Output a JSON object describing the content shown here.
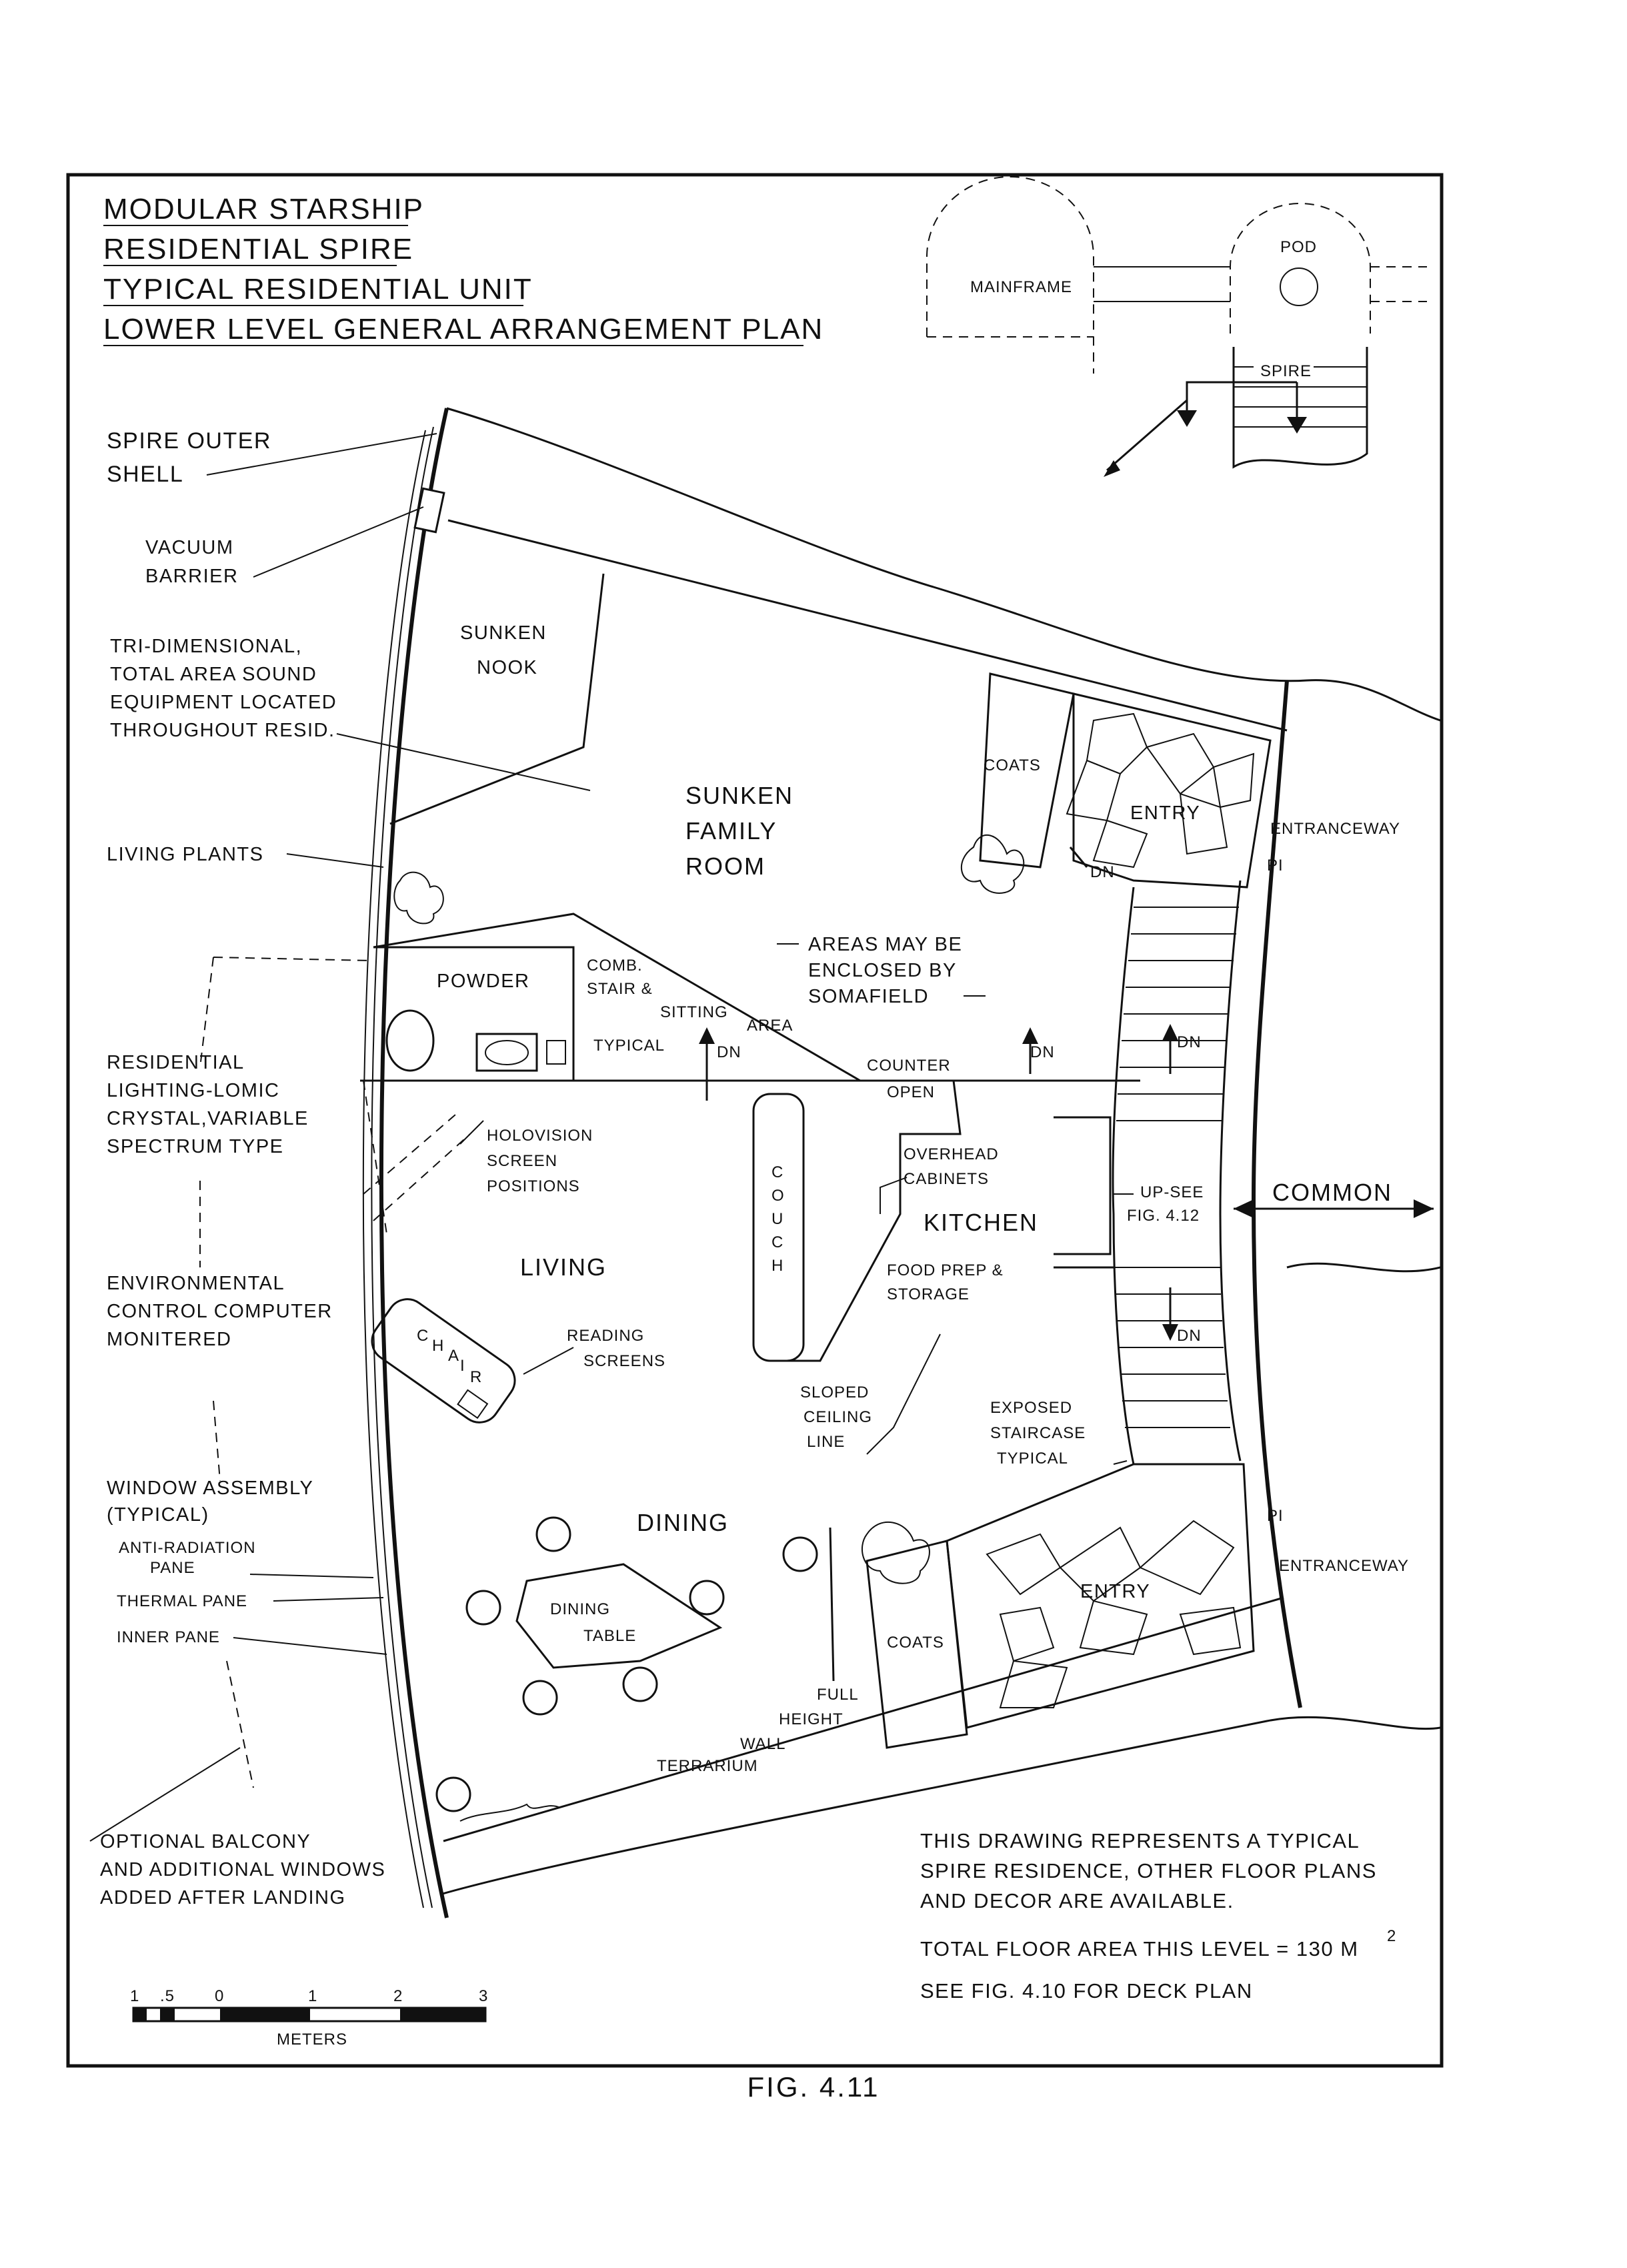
{
  "title_lines": [
    "MODULAR STARSHIP",
    "RESIDENTIAL SPIRE",
    "TYPICAL RESIDENTIAL UNIT",
    "LOWER LEVEL GENERAL ARRANGEMENT PLAN"
  ],
  "key_plan": {
    "mainframe": "MAINFRAME",
    "pod": "POD",
    "spire": "SPIRE"
  },
  "callouts": {
    "outer_shell": [
      "SPIRE OUTER",
      "SHELL"
    ],
    "vacuum_barrier": [
      "VACUUM",
      "BARRIER"
    ],
    "sound": [
      "TRI-DIMENSIONAL,",
      "TOTAL AREA SOUND",
      "EQUIPMENT LOCATED",
      "THROUGHOUT RESID."
    ],
    "living_plants": "LIVING PLANTS",
    "lighting": [
      "RESIDENTIAL",
      "LIGHTING-LOMIC",
      "CRYSTAL,VARIABLE",
      "SPECTRUM TYPE"
    ],
    "environmental": [
      "ENVIRONMENTAL",
      "CONTROL COMPUTER",
      "MONITERED"
    ],
    "window_assembly": [
      "WINDOW ASSEMBLY",
      "(TYPICAL)"
    ],
    "anti_radiation": [
      "ANTI-RADIATION",
      "PANE"
    ],
    "thermal_pane": "THERMAL PANE",
    "inner_pane": "INNER PANE",
    "balcony": [
      "OPTIONAL BALCONY",
      "AND ADDITIONAL WINDOWS",
      "ADDED AFTER LANDING"
    ],
    "holovision": [
      "HOLOVISION",
      "SCREEN",
      "POSITIONS"
    ],
    "reading": [
      "READING",
      "SCREENS"
    ],
    "sloped": [
      "SLOPED",
      "CEILING",
      "LINE"
    ],
    "overhead": [
      "OVERHEAD",
      "CABINETS"
    ],
    "food_prep": [
      "FOOD PREP &",
      "STORAGE"
    ],
    "exposed": [
      "EXPOSED",
      "STAIRCASE",
      "TYPICAL"
    ],
    "up_see": [
      "UP-SEE",
      "FIG. 4.12"
    ],
    "somafield": [
      "AREAS MAY BE",
      "ENCLOSED BY",
      "SOMAFIELD"
    ],
    "terrarium": [
      "FULL",
      "HEIGHT",
      "WALL",
      "TERRARIUM"
    ],
    "entranceway": "ENTRANCEWAY",
    "pi": "PI",
    "common": "COMMON",
    "dn": "DN",
    "counter": "COUNTER",
    "open": "OPEN",
    "typical": "TYPICAL",
    "comb_stair": [
      "COMB.",
      "STAIR &",
      "SITTING",
      "AREA"
    ]
  },
  "rooms": {
    "sunken_nook": [
      "SUNKEN",
      "NOOK"
    ],
    "family_room": [
      "SUNKEN",
      "FAMILY",
      "ROOM"
    ],
    "powder": "POWDER",
    "living": "LIVING",
    "couch": [
      "C",
      "O",
      "U",
      "C",
      "H"
    ],
    "chair": [
      "C",
      "H",
      "A",
      "I",
      "R"
    ],
    "kitchen": "KITCHEN",
    "dining": "DINING",
    "dining_table": [
      "DINING",
      "TABLE"
    ],
    "coats": "COATS",
    "entry": "ENTRY"
  },
  "notes": [
    "THIS DRAWING REPRESENTS A TYPICAL",
    "SPIRE RESIDENCE, OTHER FLOOR PLANS",
    "AND DECOR ARE AVAILABLE."
  ],
  "total_area": {
    "text": "TOTAL FLOOR AREA THIS LEVEL = 130 M",
    "superscript": "2"
  },
  "see_deck": "SEE FIG. 4.10 FOR DECK PLAN",
  "scale_bar": {
    "ticks": [
      "1",
      ".5",
      "0",
      "1",
      "2",
      "3"
    ],
    "unit": "METERS"
  },
  "figure_caption": "FIG. 4.11"
}
